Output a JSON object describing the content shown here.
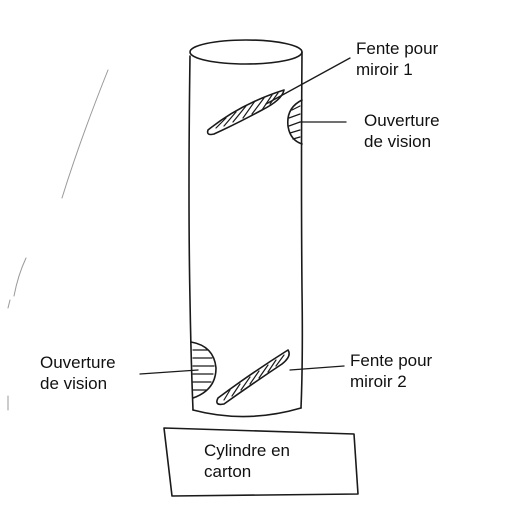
{
  "labels": {
    "slot_mirror_1": {
      "line1": "Fente pour",
      "line2": "miroir 1"
    },
    "viewing_opening_top": {
      "line1": "Ouverture",
      "line2": "de vision"
    },
    "viewing_opening_bottom": {
      "line1": "Ouverture",
      "line2": "de vision"
    },
    "slot_mirror_2": {
      "line1": "Fente pour",
      "line2": "miroir 2"
    },
    "cardboard_cylinder": {
      "line1": "Cylindre en",
      "line2": "carton"
    }
  },
  "colors": {
    "ink": "#1a1a1a",
    "background": "#ffffff"
  }
}
